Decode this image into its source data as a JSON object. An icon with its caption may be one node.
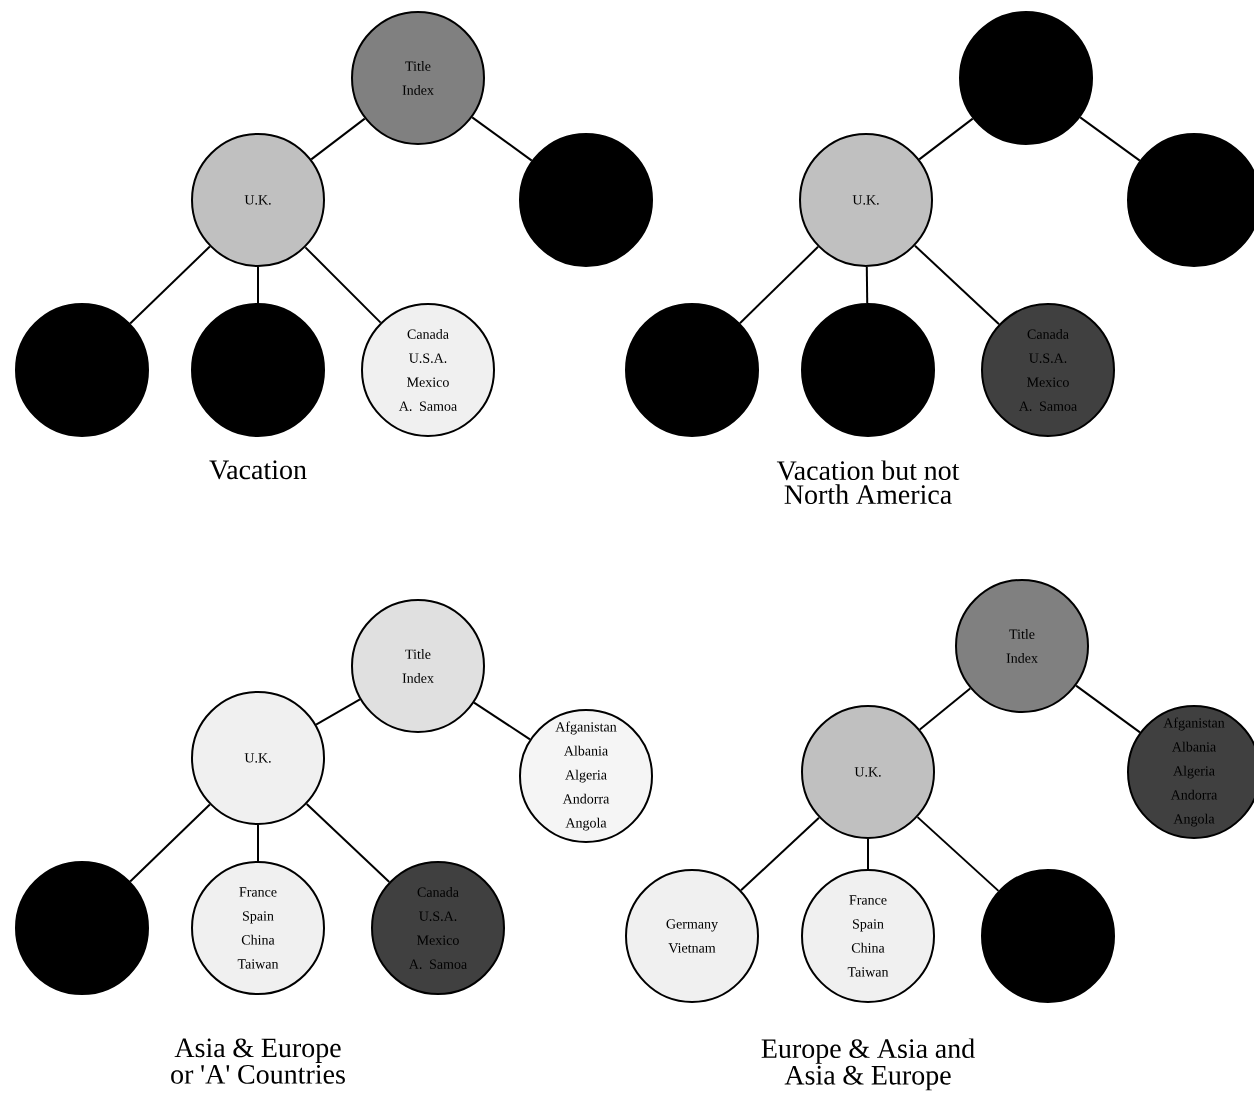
{
  "diagram": {
    "nodes": [
      {
        "text": [
          "Title Index"
        ]
      },
      {
        "text": [
          "U.K."
        ]
      },
      {
        "text": [],
        "shape": "circle"
      },
      {
        "text": [],
        "shape": "circle"
      },
      {
        "text": [],
        "shape": "circle"
      },
      {
        "text": [
          "Canada U.S.A. Mexico A. Samoa"
        ]
      },
      {
        "text": [],
        "shape": "circle"
      },
      {
        "text": [
          "U.K."
        ]
      },
      {
        "text": [],
        "shape": "circle"
      },
      {
        "text": [],
        "shape": "circle"
      },
      {
        "text": [],
        "shape": "circle"
      },
      {
        "text": [
          "Canada U.S.A. Mexico A. Samoa"
        ]
      },
      {
        "text": [
          "Title Index"
        ]
      },
      {
        "text": [
          "U.K."
        ]
      },
      {
        "text": [
          "Afganistan Albania Algeria Andorra Angola"
        ]
      },
      {
        "text": [],
        "shape": "circle"
      },
      {
        "text": [
          "France Spain China Taiwan"
        ]
      },
      {
        "text": [
          "Canada U.S.A. Mexico A. Samoa"
        ]
      },
      {
        "text": [
          "Title Index"
        ]
      },
      {
        "text": [
          "U.K."
        ]
      },
      {
        "text": [
          "Afganistan Albania Algeria Andorra Angola"
        ]
      },
      {
        "text": [
          "Germany Vietnam"
        ]
      },
      {
        "text": [
          "France Spain China Taiwan"
        ]
      },
      {
        "text": [],
        "shape": "circle"
      }
    ],
    "edges": [
      {
        "from": 0,
        "to": 1,
        "arrow": "none"
      },
      {
        "from": 0,
        "to": 2,
        "arrow": "none"
      },
      {
        "from": 1,
        "to": 3,
        "arrow": "none"
      },
      {
        "from": 1,
        "to": 4,
        "arrow": "none"
      },
      {
        "from": 1,
        "to": 5,
        "arrow": "none"
      },
      {
        "from": 6,
        "to": 7,
        "arrow": "none"
      },
      {
        "from": 6,
        "to": 8,
        "arrow": "none"
      },
      {
        "from": 7,
        "to": 9,
        "arrow": "none"
      },
      {
        "from": 7,
        "to": 10,
        "arrow": "none"
      },
      {
        "from": 7,
        "to": 11,
        "arrow": "none"
      },
      {
        "from": 12,
        "to": 13,
        "arrow": "none"
      },
      {
        "from": 12,
        "to": 14,
        "arrow": "none"
      },
      {
        "from": 13,
        "to": 15,
        "arrow": "none"
      },
      {
        "from": 13,
        "to": 16,
        "arrow": "none"
      },
      {
        "from": 13,
        "to": 17,
        "arrow": "none"
      },
      {
        "from": 18,
        "to": 19,
        "arrow": "none"
      },
      {
        "from": 18,
        "to": 20,
        "arrow": "none"
      },
      {
        "from": 19,
        "to": 21,
        "arrow": "none"
      },
      {
        "from": 19,
        "to": 22,
        "arrow": "none"
      },
      {
        "from": 19,
        "to": 23,
        "arrow": "none"
      }
    ],
    "labels": [
      "Vacation",
      "Vacation but not North America",
      "Asia & Europe or 'A' Countries",
      "Europe & Asia and Asia & Europe"
    ]
  }
}
